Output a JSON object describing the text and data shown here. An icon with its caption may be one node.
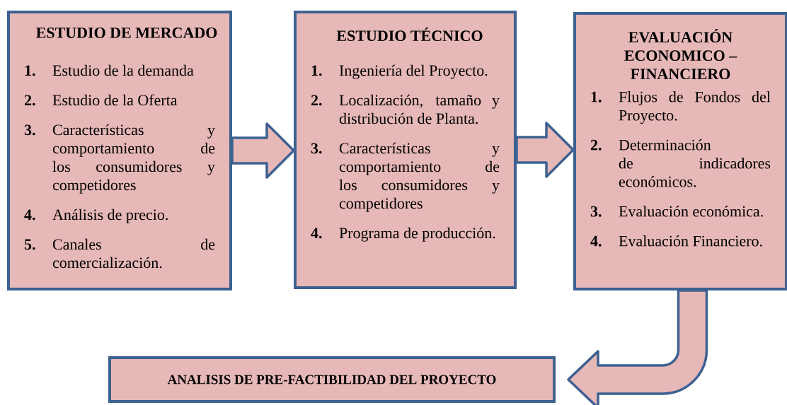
{
  "diagram": {
    "nodes": [
      {
        "text": [
          "ESTUDIO DE MERCADO",
          "1.",
          "Estudio de la demanda",
          "2.",
          "Estudio de la Oferta",
          "3.",
          "Características y comportamiento de los consumidores y competidores",
          "4.",
          "Análisis de precio.",
          "5.",
          "Canales de comercialización."
        ]
      },
      {
        "text": [
          "ESTUDIO TÉCNICO",
          "1.",
          "Ingeniería del Proyecto.",
          "2.",
          "Localización, tamaño y distribución de Planta.",
          "3.",
          "Características y comportamiento de los consumidores y competidores",
          "4.",
          "Programa de producción."
        ]
      },
      {
        "text": [
          "EVALUACIÓN ECONOMICO – FINANCIERO",
          "1.",
          "Flujos de Fondos del Proyecto.",
          "2.",
          "Determinación de indicadores económicos.",
          "3.",
          "Evaluación económica.",
          "4.",
          "Evaluación Financiero."
        ]
      },
      {
        "text": [
          "ANALISIS DE PRE-FACTIBILIDAD DEL PROYECTO"
        ]
      }
    ],
    "edges": [
      {
        "from": 0,
        "to": 1,
        "arrow": "to"
      },
      {
        "from": 1,
        "to": 2,
        "arrow": "to"
      },
      {
        "from": 2,
        "to": 3,
        "arrow": "to"
      }
    ]
  }
}
